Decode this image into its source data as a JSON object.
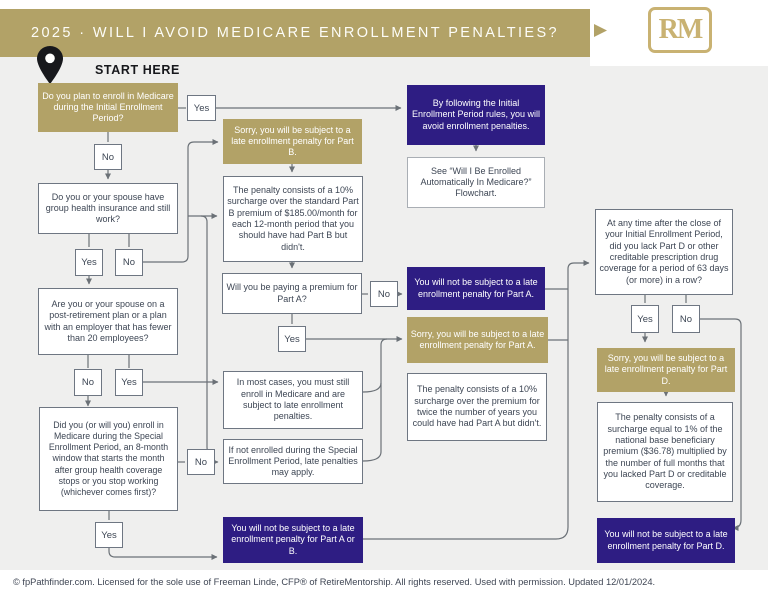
{
  "header": {
    "title": "2025 · WILL I AVOID MEDICARE ENROLLMENT PENALTIES?",
    "logo": "RM"
  },
  "start": {
    "label": "START HERE"
  },
  "labels": {
    "yes": "Yes",
    "no": "No"
  },
  "nodes": {
    "q1": "Do you plan to enroll in Medicare during the Initial Enrollment Period?",
    "q2": "Do you or your spouse have group health insurance and still work?",
    "q3": "Are you or your spouse on a post-retirement plan or a plan with an employer that has fewer than 20 employees?",
    "q4": "Did you (or will you) enroll in Medicare during the Special Enrollment Period, an 8-month window that starts the month after group health coverage stops or you stop working (whichever comes first)?",
    "sorry_b": "Sorry, you will be subject to a late enrollment penalty for Part B.",
    "penalty_b": "The penalty consists of a 10% surcharge over the standard Part B premium of $185.00/month for each 12-month period that you should have had Part B but didn't.",
    "premium_a_q": "Will you be paying a premium for Part A?",
    "most_cases": "In most cases, you must still enroll in Medicare and are subject to late enrollment penalties.",
    "not_enrolled_sep": "If not enrolled during the Special Enrollment Period, late penalties may apply.",
    "avoid_ab": "You will not be subject to a late enrollment penalty for Part A or B.",
    "by_following": "By following the Initial Enrollment Period rules, you will avoid enrollment penalties.",
    "see_flowchart": "See “Will I Be Enrolled Automatically In Medicare?” Flowchart.",
    "not_subject_a": "You will not be subject to a late enrollment penalty for Part A.",
    "sorry_a": "Sorry, you will be subject to a late enrollment penalty for Part A.",
    "penalty_a": "The penalty consists of a 10% surcharge over the premium for twice the number of years you could have had Part A but didn't.",
    "partd_q": "At any time after the close of your Initial Enrollment Period, did you lack Part D or other creditable prescription drug coverage for a period of 63 days (or more) in a row?",
    "sorry_d": "Sorry, you will be subject to a late enrollment penalty for Part D.",
    "penalty_d": "The penalty consists of a surcharge equal to 1% of the national base beneficiary premium ($36.78) multiplied by the number of full months that you lacked Part D or creditable coverage.",
    "not_subject_d": "You will not be subject to a late enrollment penalty for Part D."
  },
  "footer": {
    "text": "© fpPathfinder.com. Licensed for the sole use of Freeman Linde, CFP® of RetireMentorship. All rights reserved. Used with permission. Updated 12/01/2024."
  },
  "colors": {
    "gold": "#b2a267",
    "purple": "#2e1d83",
    "line": "#6b7177",
    "background": "#efefee",
    "box_border_dark": "#6e7682",
    "box_border_light": "#a9aeb4",
    "text": "#3d4654",
    "logo_gold": "#c9b272"
  }
}
